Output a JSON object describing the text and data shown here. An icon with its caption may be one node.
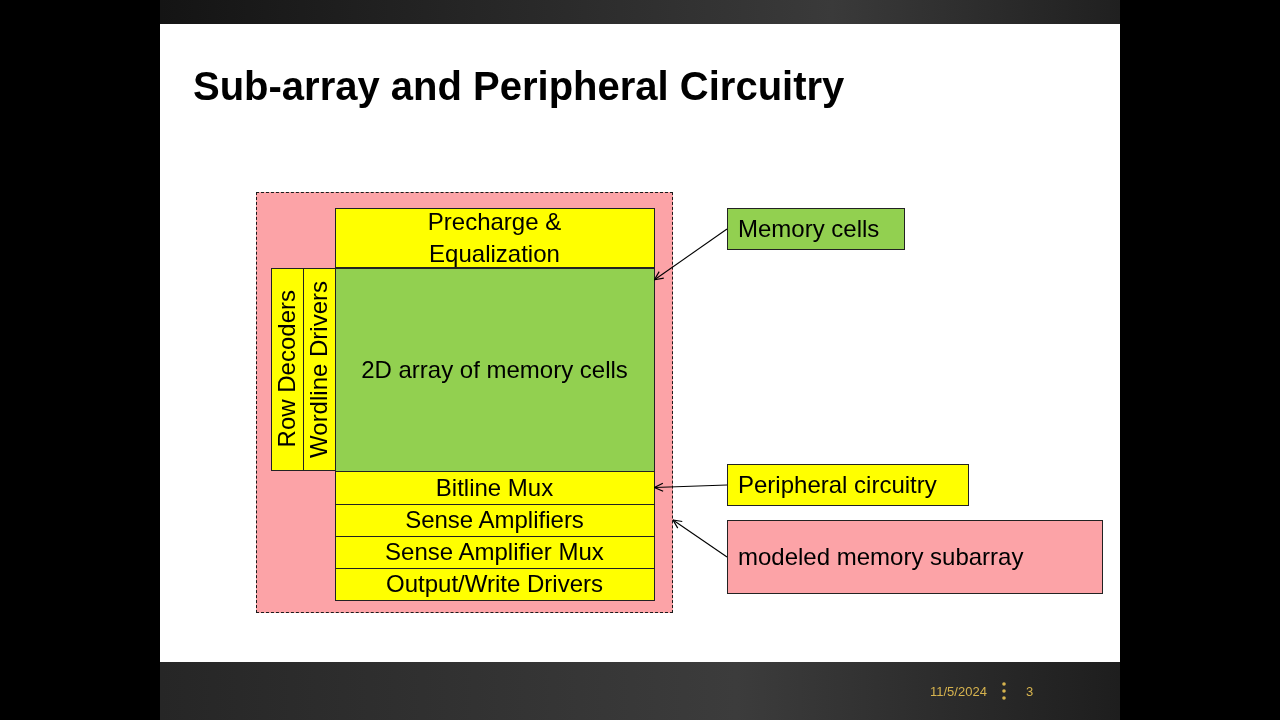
{
  "diagram": {
    "title": "Sub-array and Peripheral Circuitry",
    "nodes": [
      {
        "text": [],
        "shape": "box"
      },
      {
        "text": [
          "Precharge & Equalization"
        ],
        "in": 0
      },
      {
        "text": [
          "Row Decoders"
        ],
        "in": 0
      },
      {
        "text": [
          "Wordline Drivers"
        ],
        "in": 0
      },
      {
        "text": [
          "2D array of memory cells"
        ],
        "in": 0
      },
      {
        "text": [
          "Bitline Mux"
        ],
        "in": 0
      },
      {
        "text": [
          "Sense Amplifiers"
        ],
        "in": 0
      },
      {
        "text": [
          "Sense Amplifier Mux"
        ],
        "in": 0
      },
      {
        "text": [
          "Output/Write Drivers"
        ],
        "in": 0
      },
      {
        "text": [
          "Memory cells"
        ]
      },
      {
        "text": [
          "Peripheral circuitry"
        ]
      },
      {
        "text": [
          "modeled memory subarray"
        ]
      }
    ],
    "edges": [
      {
        "from": 9,
        "to": 4,
        "arrow": "to"
      },
      {
        "from": 10,
        "to": 5,
        "arrow": "to"
      },
      {
        "from": 11,
        "to": 0,
        "arrow": "to"
      }
    ],
    "labels": [
      "11/5/2024",
      "3"
    ]
  }
}
